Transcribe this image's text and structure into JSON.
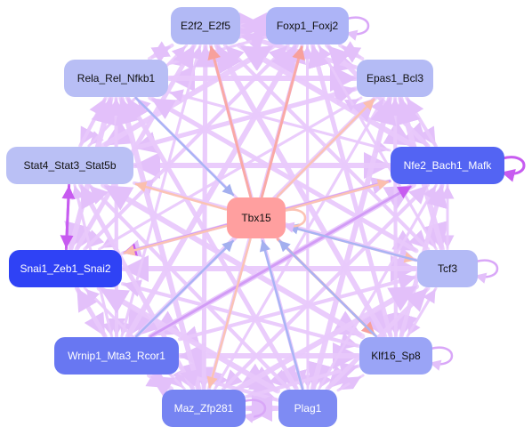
{
  "nodes": [
    {
      "id": "tbx15",
      "label": "Tbx15",
      "color": "#ff9f9f",
      "text_color": "#111111"
    },
    {
      "id": "e2f2",
      "label": "E2f2_E2f5",
      "color": "#b2b9f5",
      "text_color": "#111111"
    },
    {
      "id": "foxp1",
      "label": "Foxp1_Foxj2",
      "color": "#adb4f7",
      "text_color": "#111111"
    },
    {
      "id": "epas1",
      "label": "Epas1_Bcl3",
      "color": "#b4bbf5",
      "text_color": "#111111"
    },
    {
      "id": "rela",
      "label": "Rela_Rel_Nfkb1",
      "color": "#b8bef5",
      "text_color": "#111111"
    },
    {
      "id": "stat4",
      "label": "Stat4_Stat3_Stat5b",
      "color": "#bac0f5",
      "text_color": "#111111"
    },
    {
      "id": "nfe2",
      "label": "Nfe2_Bach1_Mafk",
      "color": "#5364f3",
      "text_color": "#ffffff"
    },
    {
      "id": "snai1",
      "label": "Snai1_Zeb1_Snai2",
      "color": "#2f42f5",
      "text_color": "#ffffff"
    },
    {
      "id": "tcf3",
      "label": "Tcf3",
      "color": "#b3baf6",
      "text_color": "#111111"
    },
    {
      "id": "wrnip1",
      "label": "Wrnip1_Mta3_Rcor1",
      "color": "#6877f2",
      "text_color": "#ffffff"
    },
    {
      "id": "klf16",
      "label": "Klf16_Sp8",
      "color": "#9aa4f6",
      "text_color": "#111111"
    },
    {
      "id": "maz",
      "label": "Maz_Zfp281",
      "color": "#7684f2",
      "text_color": "#ffffff"
    },
    {
      "id": "plag1",
      "label": "Plag1",
      "color": "#7e8bf3",
      "text_color": "#ffffff"
    }
  ],
  "self_loops": [
    "tbx15",
    "foxp1",
    "nfe2",
    "tcf3",
    "klf16",
    "maz"
  ],
  "colors": {
    "edge_default": "#e8c9fb",
    "edge_highlight": "#c75bf0",
    "edge_from_tbx15": "#f9a9a6",
    "edge_to_tbx15": "#a9b4f5",
    "background": "#ffffff"
  }
}
